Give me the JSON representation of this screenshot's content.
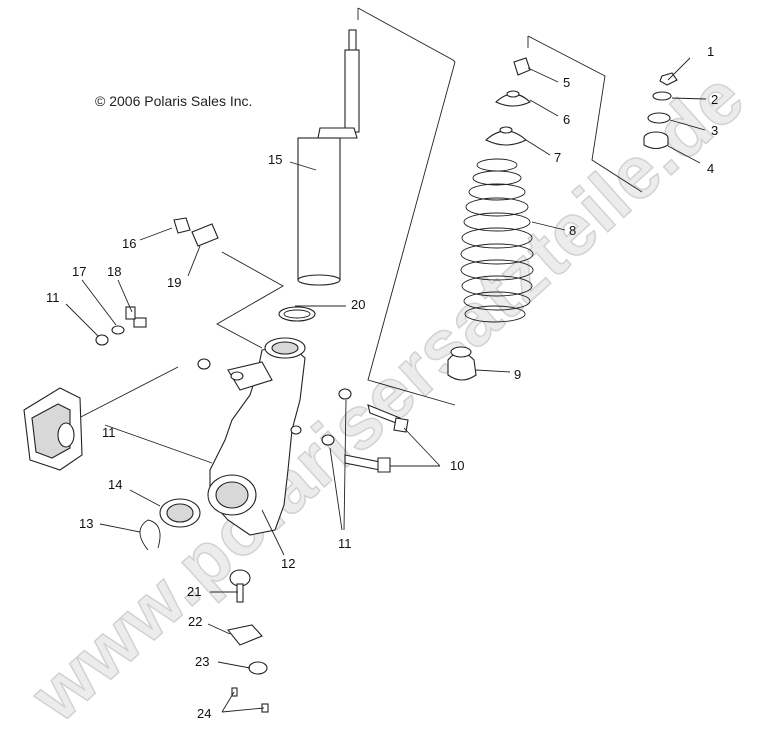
{
  "copyright": "© 2006 Polaris Sales Inc.",
  "watermark": "www.polarisersatzteile.de",
  "callouts": [
    "1",
    "2",
    "3",
    "4",
    "5",
    "6",
    "7",
    "8",
    "9",
    "10",
    "11",
    "12",
    "13",
    "14",
    "15",
    "16",
    "17",
    "18",
    "19",
    "20",
    "21",
    "22",
    "23",
    "24"
  ],
  "callout_11": "11"
}
